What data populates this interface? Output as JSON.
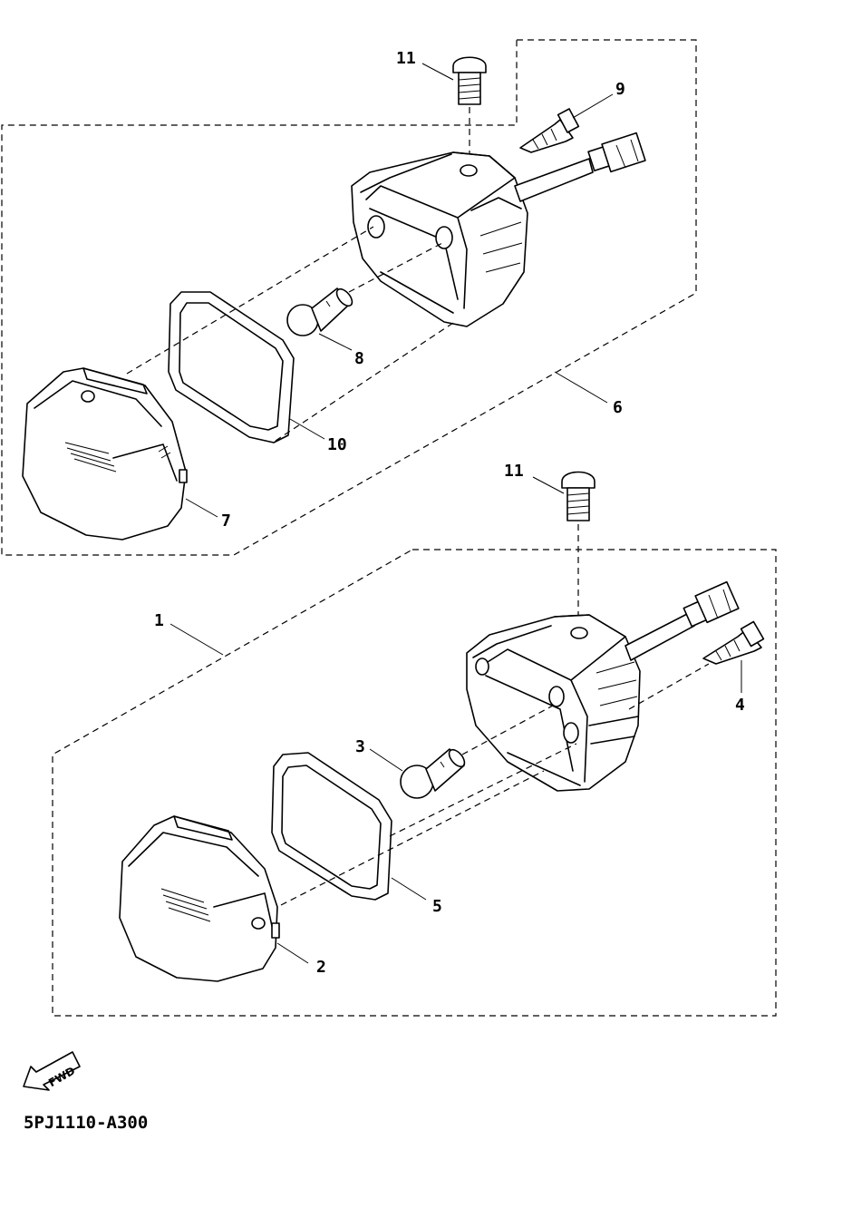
{
  "diagram": {
    "callouts": {
      "c1": "1",
      "c2": "2",
      "c3": "3",
      "c4": "4",
      "c5": "5",
      "c6": "6",
      "c7": "7",
      "c8": "8",
      "c9": "9",
      "c10": "10",
      "c11_top": "11",
      "c11_bottom": "11"
    },
    "direction_marker": "FWD",
    "drawing_code": "5PJ1110-A300"
  }
}
